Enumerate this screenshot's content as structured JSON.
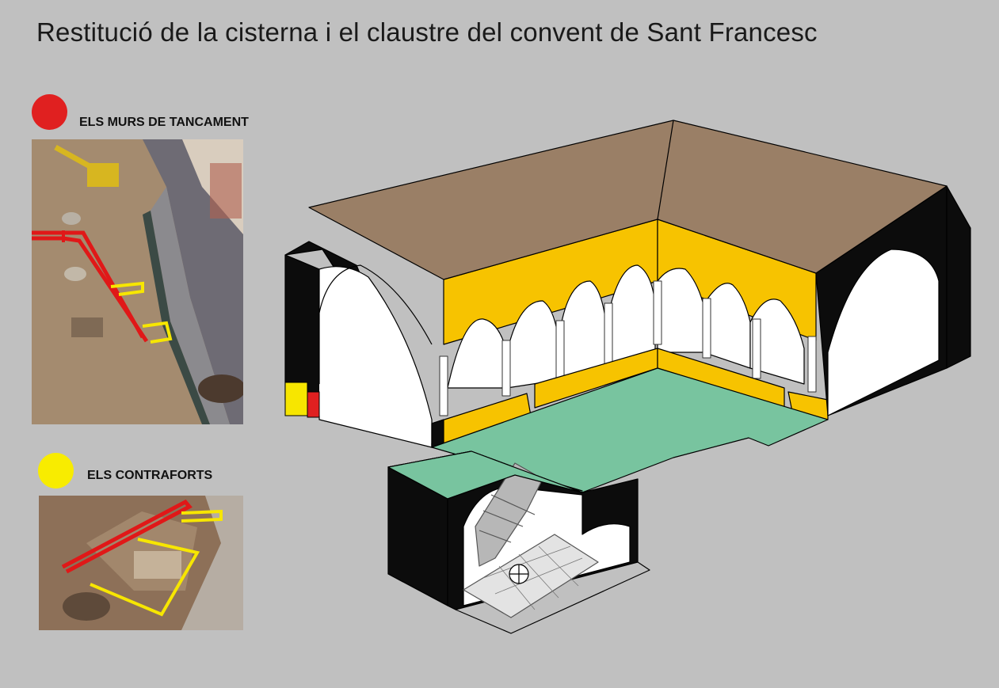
{
  "title": "Restitució de la cisterna i el claustre del convent de Sant Francesc",
  "legend": [
    {
      "label": "ELS MURS DE TANCAMENT",
      "color": "#e02020"
    },
    {
      "label": "ELS CONTRAFORTS",
      "color": "#f8ec00"
    }
  ],
  "colors": {
    "background": "#c0c0c0",
    "roof": "#9a7f66",
    "walls": "#0c0c0c",
    "buttress": "#f7c300",
    "floor": "#78c49f",
    "vault": "#ffffff"
  },
  "photos": [
    {
      "name": "excavation-street-photo",
      "icon": "photo-excavation-overview"
    },
    {
      "name": "excavation-detail-photo",
      "icon": "photo-excavation-detail"
    }
  ]
}
